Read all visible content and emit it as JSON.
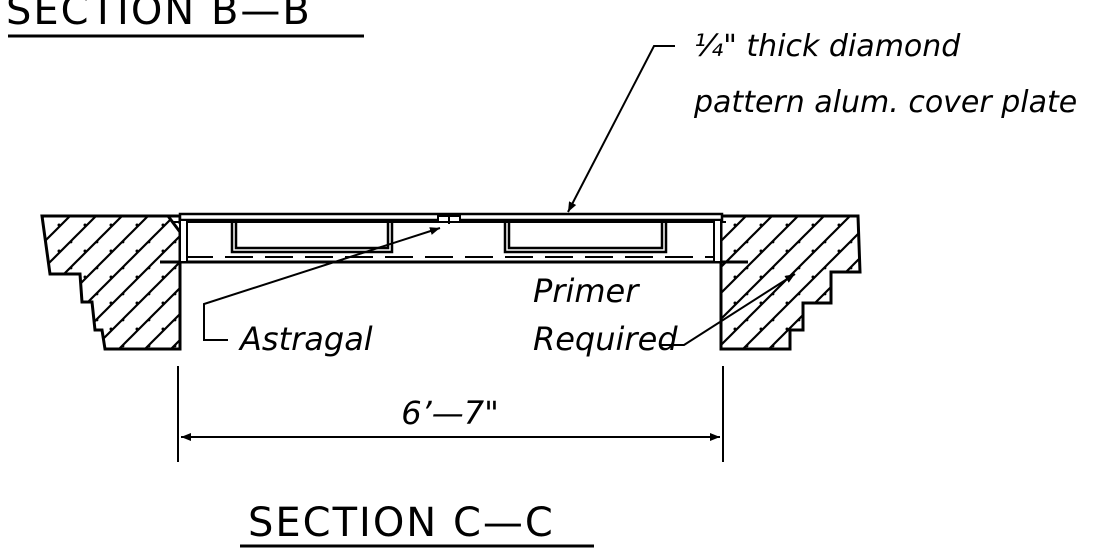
{
  "drawing": {
    "top_section_title": "SECTION  B—B",
    "bottom_section_title": "SECTION  C—C",
    "cover_plate_note_line1": "¼\" thick diamond",
    "cover_plate_note_line2": "pattern alum. cover plate",
    "astragal_label": "Astragal",
    "primer_label_line1": "Primer",
    "primer_label_line2": "Required",
    "dimension_label": "6’—7\"",
    "colors": {
      "ink": "#000000",
      "paper": "#ffffff"
    }
  }
}
